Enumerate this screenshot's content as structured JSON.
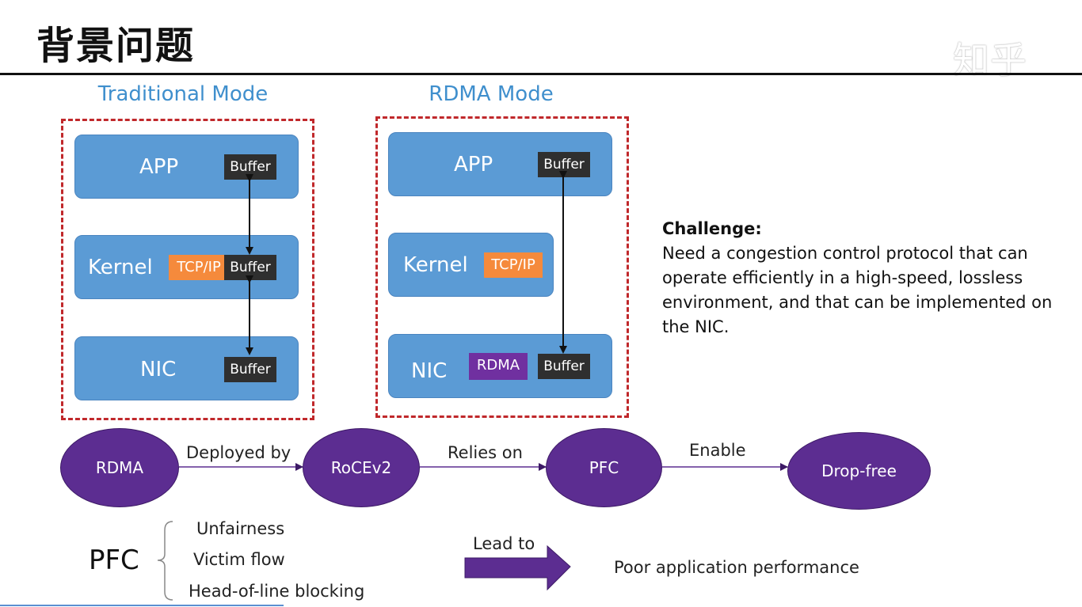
{
  "header": {
    "title": "背景问题",
    "watermark": "知乎"
  },
  "traditional": {
    "title": "Traditional Mode",
    "app": "APP",
    "kernel": "Kernel",
    "nic": "NIC",
    "buffer": "Buffer",
    "tcpip": "TCP/IP"
  },
  "rdma_mode": {
    "title": "RDMA Mode",
    "app": "APP",
    "kernel": "Kernel",
    "nic": "NIC",
    "buffer": "Buffer",
    "tcpip": "TCP/IP",
    "rdma": "RDMA"
  },
  "challenge": {
    "heading": "Challenge:",
    "body": "Need a congestion control protocol that can operate efficiently in a high-speed, lossless environment, and that can be implemented on the NIC."
  },
  "flow": {
    "nodes": [
      "RDMA",
      "RoCEv2",
      "PFC",
      "Drop-free"
    ],
    "edges": [
      "Deployed by",
      "Relies on",
      "Enable"
    ]
  },
  "pfc": {
    "label": "PFC",
    "items": [
      "Unfairness",
      "Victim flow",
      "Head-of-line blocking"
    ],
    "lead_to": "Lead to",
    "result": "Poor application performance"
  },
  "colors": {
    "layer_blue": "#5b9bd5",
    "dashed_red": "#c0282b",
    "node_purple": "#5c2d91",
    "tcpip_orange": "#f58a3c",
    "buffer_dark": "#2f2f2f",
    "title_blue": "#3f8fcd"
  }
}
